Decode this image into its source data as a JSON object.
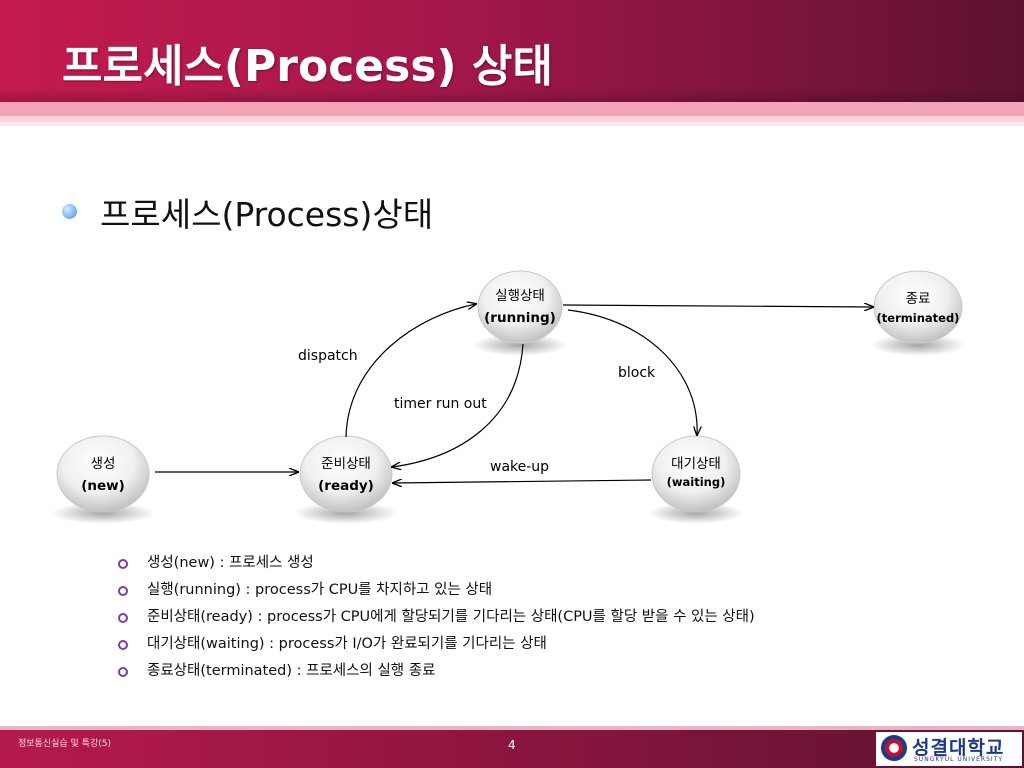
{
  "header": {
    "title": "프로세스(Process) 상태"
  },
  "main": {
    "heading": "프로세스(Process)상태"
  },
  "diagram": {
    "nodes": {
      "running": {
        "ko": "실행상태",
        "en": "(running)"
      },
      "terminated": {
        "ko": "종료",
        "en": "(terminated)"
      },
      "new": {
        "ko": "생성",
        "en": "(new)"
      },
      "ready": {
        "ko": "준비상태",
        "en": "(ready)"
      },
      "waiting": {
        "ko": "대기상태",
        "en": "(waiting)"
      }
    },
    "edges": {
      "dispatch": "dispatch",
      "timer": "timer run out",
      "block": "block",
      "wakeup": "wake-up"
    }
  },
  "definitions": [
    "생성(new) : 프로세스 생성",
    "실행(running) : process가 CPU를 차지하고 있는 상태",
    "준비상태(ready) : process가 CPU에게 할당되기를 기다리는 상태(CPU를 할당 받을 수 있는 상태)",
    "대기상태(waiting) : process가 I/O가 완료되기를 기다리는 상태",
    "종료상태(terminated) : 프로세스의 실행 종료"
  ],
  "footer": {
    "course": "정보통신실습 및 특강(5)",
    "page": "4",
    "logo_text": "성결대학교",
    "logo_sub": "SUNGKYUL UNIVERSITY"
  },
  "colors": {
    "title_bar": "#a3174a",
    "accent_bullet": "#7db6f0",
    "sub_bullet": "#7a3fa0"
  }
}
